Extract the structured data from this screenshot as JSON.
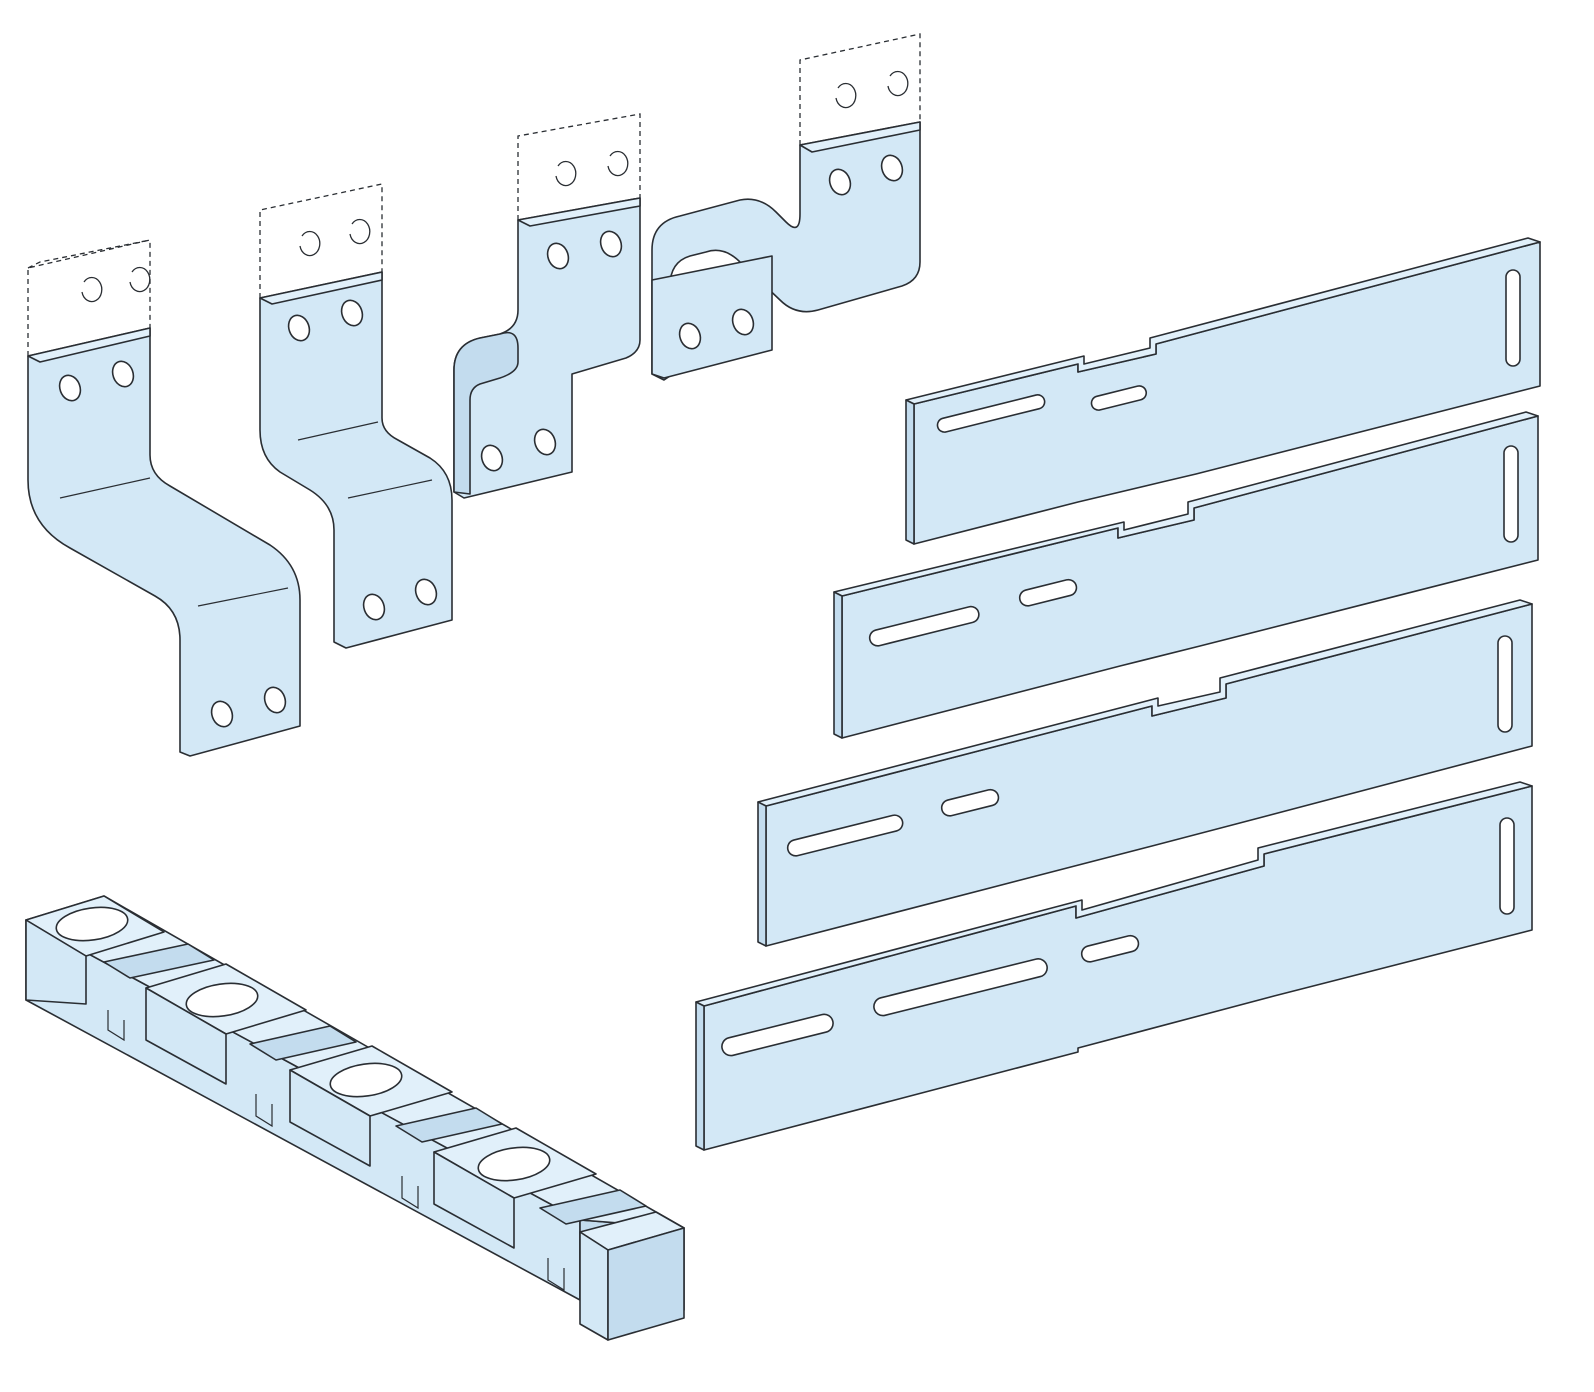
{
  "figure": {
    "palette": {
      "fill": "#d3e8f6",
      "fill_light": "#e1f0fa",
      "fill_dark": "#c3dcee",
      "outline": "#2a2e33",
      "background": "#ffffff"
    },
    "components": [
      {
        "name": "offset-busbar-connector-1",
        "count": 1
      },
      {
        "name": "offset-busbar-connector-2",
        "count": 1
      },
      {
        "name": "offset-busbar-connector-3",
        "count": 1
      },
      {
        "name": "offset-busbar-connector-4",
        "count": 1
      },
      {
        "name": "slotted-busbar-plate",
        "count": 4
      },
      {
        "name": "busbar-support-block",
        "count": 1
      }
    ]
  }
}
